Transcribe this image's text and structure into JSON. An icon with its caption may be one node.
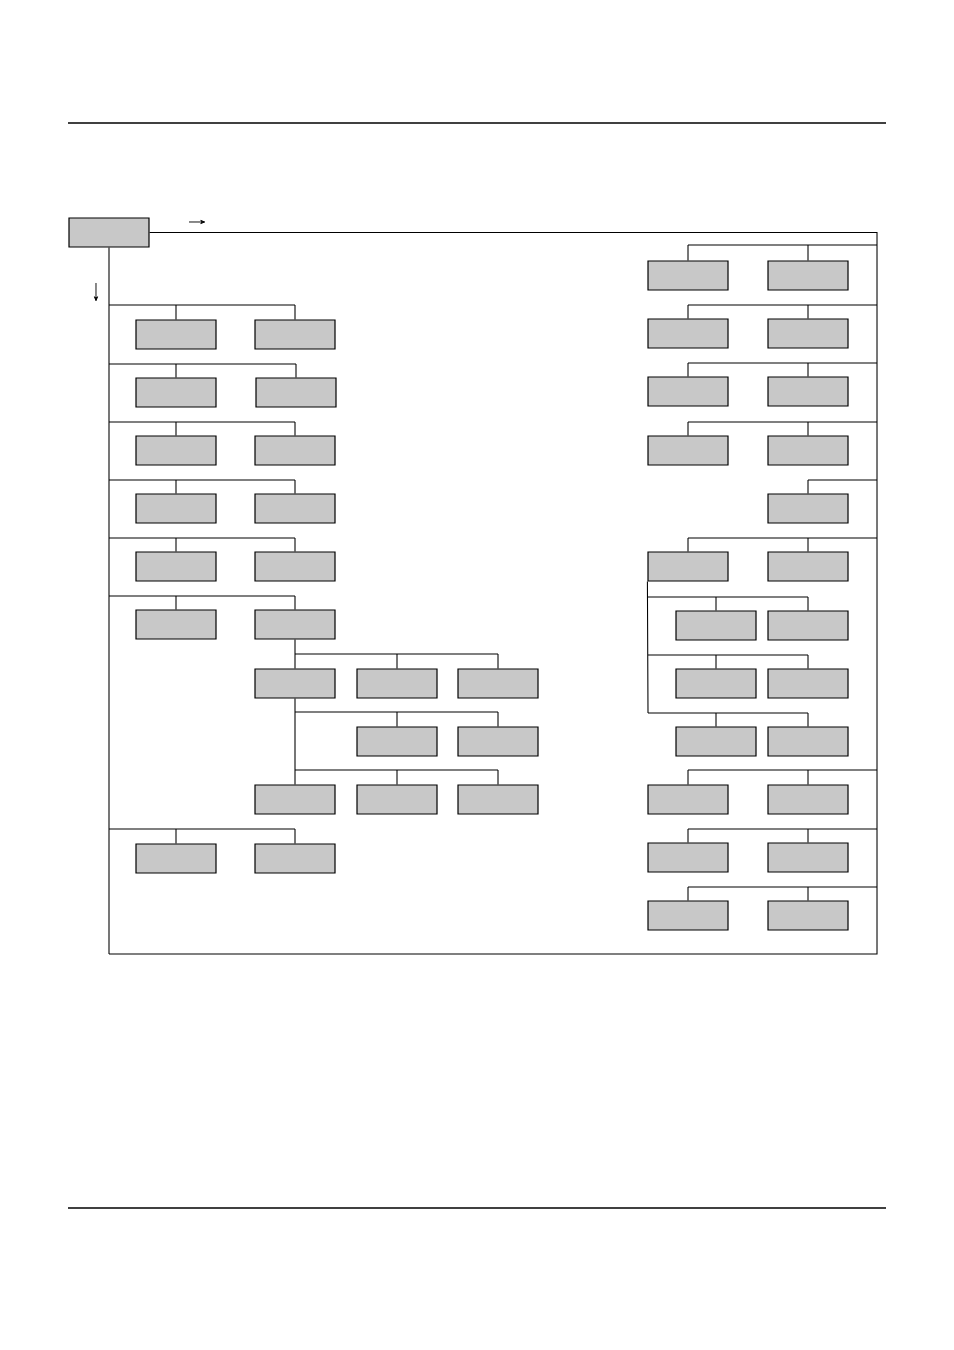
{
  "diagram": {
    "nodes": [
      {
        "text": [],
        "shape": "box"
      },
      {
        "text": [],
        "shape": "box"
      },
      {
        "text": [],
        "shape": "box"
      },
      {
        "text": [],
        "shape": "box"
      },
      {
        "text": [],
        "shape": "box"
      },
      {
        "text": [],
        "shape": "box"
      },
      {
        "text": [],
        "shape": "box"
      },
      {
        "text": [],
        "shape": "box"
      },
      {
        "text": [],
        "shape": "box"
      },
      {
        "text": [],
        "shape": "box"
      },
      {
        "text": [],
        "shape": "box"
      },
      {
        "text": [],
        "shape": "box"
      },
      {
        "text": [],
        "shape": "box"
      },
      {
        "text": [],
        "shape": "box"
      },
      {
        "text": [],
        "shape": "box"
      },
      {
        "text": [],
        "shape": "box"
      },
      {
        "text": [],
        "shape": "box"
      },
      {
        "text": [],
        "shape": "box"
      },
      {
        "text": [],
        "shape": "box"
      },
      {
        "text": [],
        "shape": "box"
      },
      {
        "text": [],
        "shape": "box"
      },
      {
        "text": [],
        "shape": "box"
      },
      {
        "text": [],
        "shape": "box"
      },
      {
        "text": [],
        "shape": "box"
      },
      {
        "text": [],
        "shape": "box"
      },
      {
        "text": [],
        "shape": "box"
      },
      {
        "text": [],
        "shape": "box"
      },
      {
        "text": [],
        "shape": "box"
      },
      {
        "text": [],
        "shape": "box"
      },
      {
        "text": [],
        "shape": "box"
      },
      {
        "text": [],
        "shape": "box"
      },
      {
        "text": [],
        "shape": "box"
      },
      {
        "text": [],
        "shape": "box"
      },
      {
        "text": [],
        "shape": "box"
      },
      {
        "text": [],
        "shape": "box"
      },
      {
        "text": [],
        "shape": "box"
      },
      {
        "text": [],
        "shape": "box"
      },
      {
        "text": [],
        "shape": "box"
      },
      {
        "text": [],
        "shape": "box"
      },
      {
        "text": [],
        "shape": "box"
      },
      {
        "text": [],
        "shape": "box"
      },
      {
        "text": [],
        "shape": "box"
      },
      {
        "text": [],
        "shape": "box"
      },
      {
        "text": [],
        "shape": "box"
      },
      {
        "text": [],
        "shape": "box"
      },
      {
        "text": [],
        "shape": "box"
      }
    ],
    "edges": [
      {
        "from": 0,
        "to": 1,
        "arrow": "none"
      },
      {
        "from": 0,
        "to": 2,
        "arrow": "none"
      },
      {
        "from": 0,
        "to": 3,
        "arrow": "none"
      },
      {
        "from": 0,
        "to": 4,
        "arrow": "none"
      },
      {
        "from": 0,
        "to": 5,
        "arrow": "none"
      },
      {
        "from": 0,
        "to": 6,
        "arrow": "none"
      },
      {
        "from": 0,
        "to": 7,
        "arrow": "none"
      },
      {
        "from": 0,
        "to": 8,
        "arrow": "none"
      },
      {
        "from": 0,
        "to": 9,
        "arrow": "none"
      },
      {
        "from": 0,
        "to": 10,
        "arrow": "none"
      },
      {
        "from": 0,
        "to": 11,
        "arrow": "none"
      },
      {
        "from": 0,
        "to": 12,
        "arrow": "none"
      },
      {
        "from": 12,
        "to": 13,
        "arrow": "none"
      },
      {
        "from": 12,
        "to": 14,
        "arrow": "none"
      },
      {
        "from": 12,
        "to": 15,
        "arrow": "none"
      },
      {
        "from": 13,
        "to": 16,
        "arrow": "none"
      },
      {
        "from": 13,
        "to": 17,
        "arrow": "none"
      },
      {
        "from": 13,
        "to": 18,
        "arrow": "none"
      },
      {
        "from": 13,
        "to": 19,
        "arrow": "none"
      },
      {
        "from": 13,
        "to": 20,
        "arrow": "none"
      },
      {
        "from": 0,
        "to": 21,
        "arrow": "none"
      },
      {
        "from": 0,
        "to": 22,
        "arrow": "none"
      },
      {
        "from": 0,
        "to": 23,
        "arrow": "none"
      },
      {
        "from": 0,
        "to": 24,
        "arrow": "none"
      },
      {
        "from": 0,
        "to": 25,
        "arrow": "none"
      },
      {
        "from": 0,
        "to": 26,
        "arrow": "none"
      },
      {
        "from": 0,
        "to": 27,
        "arrow": "none"
      },
      {
        "from": 0,
        "to": 28,
        "arrow": "none"
      },
      {
        "from": 0,
        "to": 29,
        "arrow": "none"
      },
      {
        "from": 0,
        "to": 30,
        "arrow": "none"
      },
      {
        "from": 0,
        "to": 31,
        "arrow": "none"
      },
      {
        "from": 0,
        "to": 32,
        "arrow": "none"
      },
      {
        "from": 0,
        "to": 33,
        "arrow": "none"
      },
      {
        "from": 32,
        "to": 34,
        "arrow": "none"
      },
      {
        "from": 32,
        "to": 35,
        "arrow": "none"
      },
      {
        "from": 32,
        "to": 36,
        "arrow": "none"
      },
      {
        "from": 32,
        "to": 37,
        "arrow": "none"
      },
      {
        "from": 32,
        "to": 38,
        "arrow": "none"
      },
      {
        "from": 32,
        "to": 39,
        "arrow": "none"
      },
      {
        "from": 0,
        "to": 40,
        "arrow": "none"
      },
      {
        "from": 0,
        "to": 41,
        "arrow": "none"
      },
      {
        "from": 0,
        "to": 42,
        "arrow": "none"
      },
      {
        "from": 0,
        "to": 43,
        "arrow": "none"
      },
      {
        "from": 0,
        "to": 44,
        "arrow": "none"
      },
      {
        "from": 0,
        "to": 45,
        "arrow": "none"
      }
    ]
  }
}
